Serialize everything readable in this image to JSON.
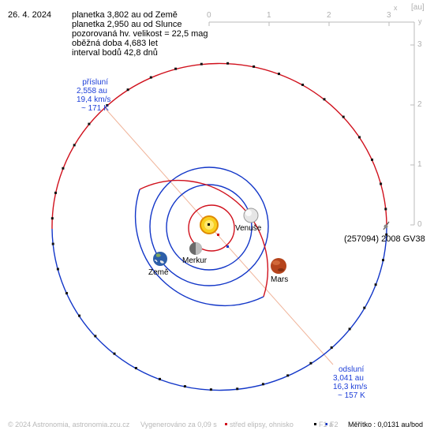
{
  "date": "26. 4. 2024",
  "info_lines": [
    "planetka 3,802 au od Země",
    "planetka 2,950 au od Slunce",
    "pozorovaná hv. velikost = 22,5 mag",
    "oběžná doba 4,683 let",
    "interval bodů 42,8 dnů"
  ],
  "axis": {
    "unit": "[au]",
    "x_label": "x",
    "y_label": "y",
    "x_ticks": [
      "0",
      "1",
      "2",
      "3"
    ],
    "y_ticks": [
      "3",
      "2",
      "1",
      "0"
    ]
  },
  "perihelion": {
    "title": "přísluní",
    "distance": "2,558 au",
    "speed": "19,4 km/s",
    "temp": "~ 171 K"
  },
  "aphelion": {
    "title": "odsluní",
    "distance": "3,041 au",
    "speed": "16,3 km/s",
    "temp": "~ 157 K"
  },
  "bodies": {
    "venus": "Venuše",
    "mercury": "Merkur",
    "earth": "Země",
    "mars": "Mars"
  },
  "asteroid_label": "(257094) 2008 GV38",
  "footer": {
    "copyright": "© 2024 Astronomia, astronomia.zcu.cz",
    "generated": "Vygenerováno za 0,09 s",
    "legend_center": "střed elipsy, ohnisko",
    "legend_f1": "F1 a",
    "legend_f2": "F2",
    "scale": "Měřítko : 0,0131 au/bod"
  },
  "colors": {
    "orbit_red": "#d0101c",
    "orbit_blue": "#1236c8",
    "label_blue": "#1e3fd8",
    "axis_gray": "#bbbbbb",
    "apsis_line": "#f0b49a"
  }
}
